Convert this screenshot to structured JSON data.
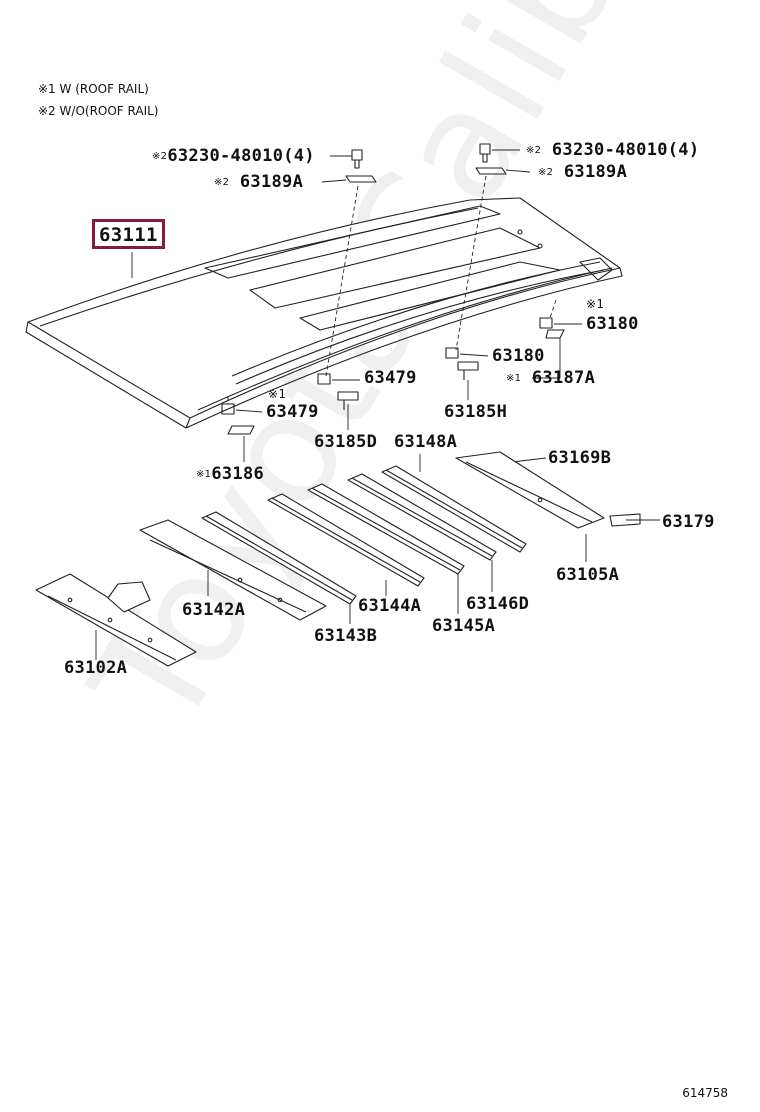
{
  "legend": [
    {
      "mark": "※1",
      "text": "W (ROOF RAIL)"
    },
    {
      "mark": "※2",
      "text": "W/O(ROOF RAIL)"
    }
  ],
  "callouts": {
    "c63111": {
      "mark": "",
      "text": "63111"
    },
    "bolt_left": {
      "mark": "※2",
      "text": "63230-48010(4)"
    },
    "bolt_right": {
      "mark": "※2",
      "text": "63230-48010(4)"
    },
    "c63189a_left": {
      "mark": "※2",
      "text": "63189A"
    },
    "c63189a_right": {
      "mark": "※2",
      "text": "63189A"
    },
    "c63180_right": {
      "mark": "※1",
      "text": "63180"
    },
    "c63180_mid": {
      "mark": "",
      "text": "63180"
    },
    "c63187a": {
      "mark": "※1",
      "text": "63187A"
    },
    "c63479_upper": {
      "mark": "",
      "text": "63479"
    },
    "c63479_lower": {
      "mark": "※1",
      "text": "63479"
    },
    "c63185h": {
      "mark": "",
      "text": "63185H"
    },
    "c63185d": {
      "mark": "",
      "text": "63185D"
    },
    "c63148a": {
      "mark": "",
      "text": "63148A"
    },
    "c63186": {
      "mark": "※1",
      "text": "63186"
    },
    "c63169b": {
      "mark": "",
      "text": "63169B"
    },
    "c63179": {
      "mark": "",
      "text": "63179"
    },
    "c63105a": {
      "mark": "",
      "text": "63105A"
    },
    "c63142a": {
      "mark": "",
      "text": "63142A"
    },
    "c63144a": {
      "mark": "",
      "text": "63144A"
    },
    "c63146d": {
      "mark": "",
      "text": "63146D"
    },
    "c63143b": {
      "mark": "",
      "text": "63143B"
    },
    "c63145a": {
      "mark": "",
      "text": "63145A"
    },
    "c63102a": {
      "mark": "",
      "text": "63102A"
    }
  },
  "watermark": "ToyotaCalibre.ru",
  "diagram_number": "614758",
  "colors": {
    "highlight_box": "#8b1a3a",
    "line": "#222222"
  }
}
